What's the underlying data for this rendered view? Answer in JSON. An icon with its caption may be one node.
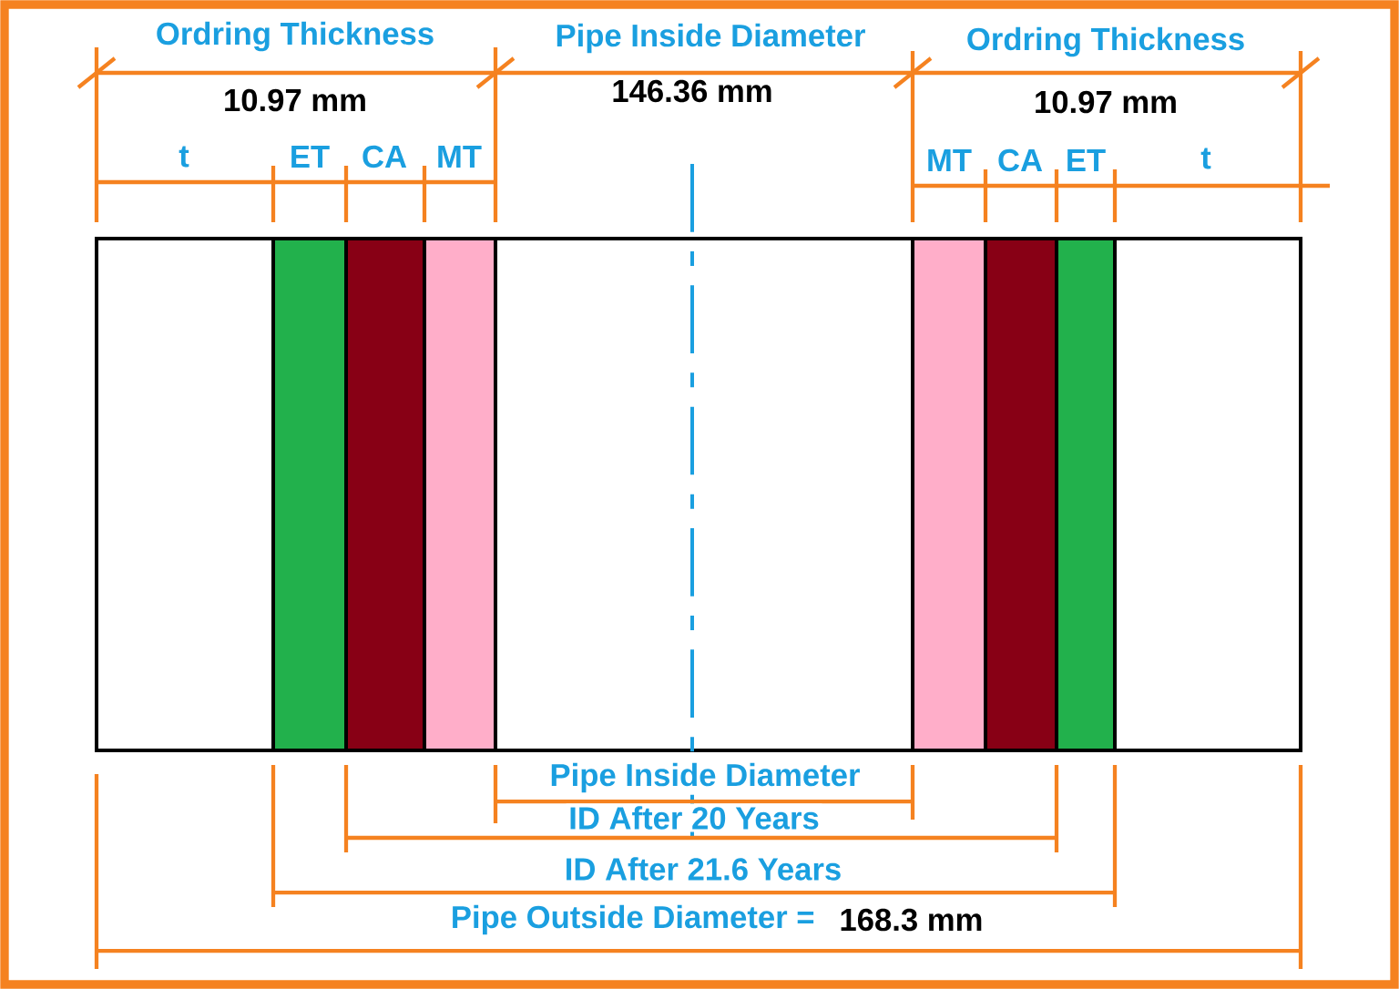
{
  "diagram": {
    "labels": [
      "Ordring Thickness",
      "Pipe Inside Diameter",
      "Ordring Thickness",
      "10.97 mm",
      "146.36 mm",
      "10.97 mm",
      "t",
      "ET",
      "CA",
      "MT",
      "MT",
      "CA",
      "ET",
      "t",
      "Pipe Inside Diameter",
      "ID After 20 Years",
      "ID After 21.6 Years",
      "Pipe Outside Diameter =",
      "168.3 mm"
    ]
  }
}
